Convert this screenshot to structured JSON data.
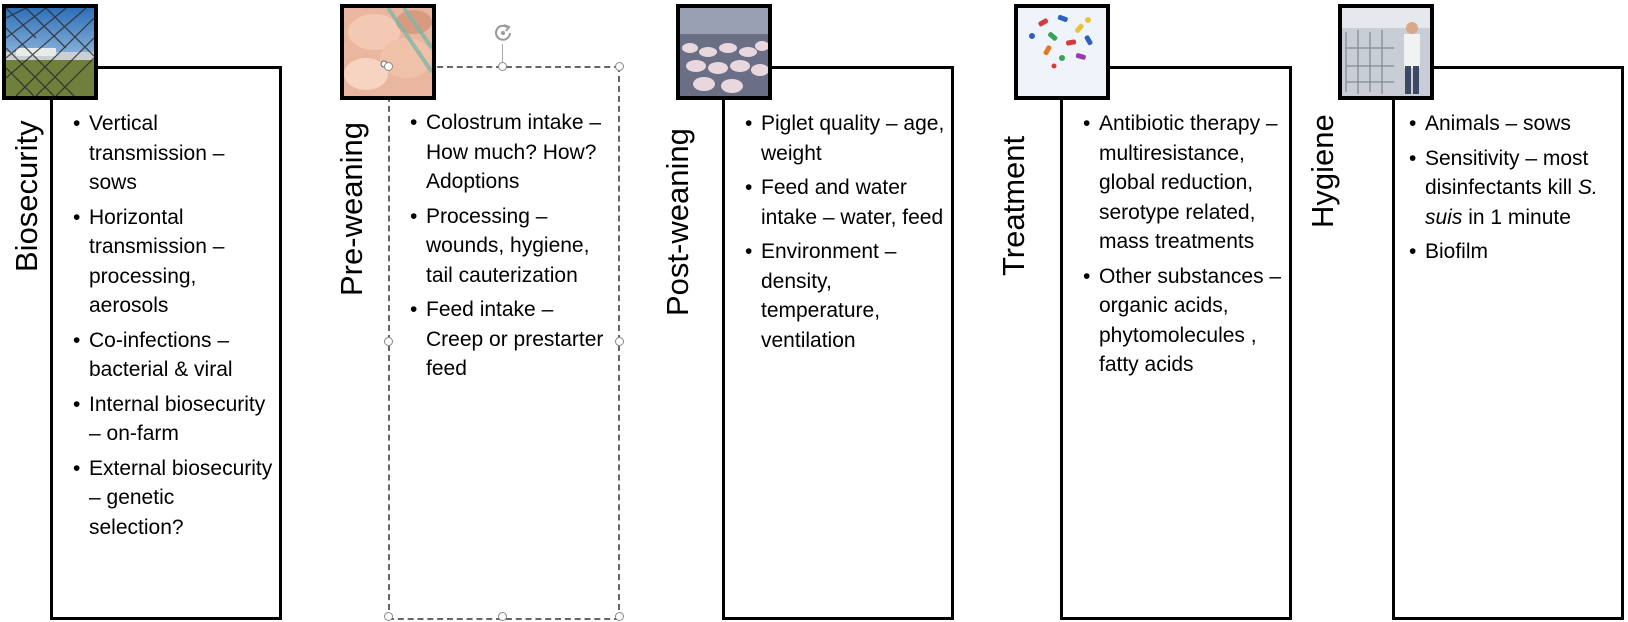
{
  "panels": [
    {
      "heading": "Biosecurity",
      "image": "barn-behind-fence-photo",
      "items": [
        {
          "text": "Vertical transmission – sows"
        },
        {
          "text": "Horizontal transmission – processing, aerosols"
        },
        {
          "text": "Co-infections – bacterial & viral"
        },
        {
          "text": "Internal biosecurity – on-farm"
        },
        {
          "text": "External biosecurity – genetic selection?"
        }
      ]
    },
    {
      "heading": "Pre-weaning",
      "image": "piglets-nursing-photo",
      "selected": true,
      "items": [
        {
          "text": "Colostrum intake – How much? How? Adoptions"
        },
        {
          "text": "Processing – wounds, hygiene, tail cauterization"
        },
        {
          "text": "Feed intake – Creep or prestarter feed"
        }
      ]
    },
    {
      "heading": "Post-weaning",
      "image": "weaned-pigs-in-pen-photo",
      "items": [
        {
          "text": "Piglet quality – age, weight"
        },
        {
          "text": "Feed and water intake – water, feed"
        },
        {
          "text": "Environment – density, temperature, ventilation"
        }
      ]
    },
    {
      "heading": "Treatment",
      "image": "colorful-pills-photo",
      "items": [
        {
          "text": "Antibiotic therapy – multiresistance, global reduction, serotype related, mass treatments"
        },
        {
          "text": "Other substances – organic acids, phytomolecules , fatty acids"
        }
      ]
    },
    {
      "heading": "Hygiene",
      "image": "worker-cleaning-barn-photo",
      "items": [
        {
          "text": "Animals – sows"
        },
        {
          "pre": "Sensitivity – most disinfectants kill ",
          "em": "S. suis",
          "post": " in 1 minute"
        },
        {
          "text": "Biofilm"
        }
      ]
    }
  ]
}
